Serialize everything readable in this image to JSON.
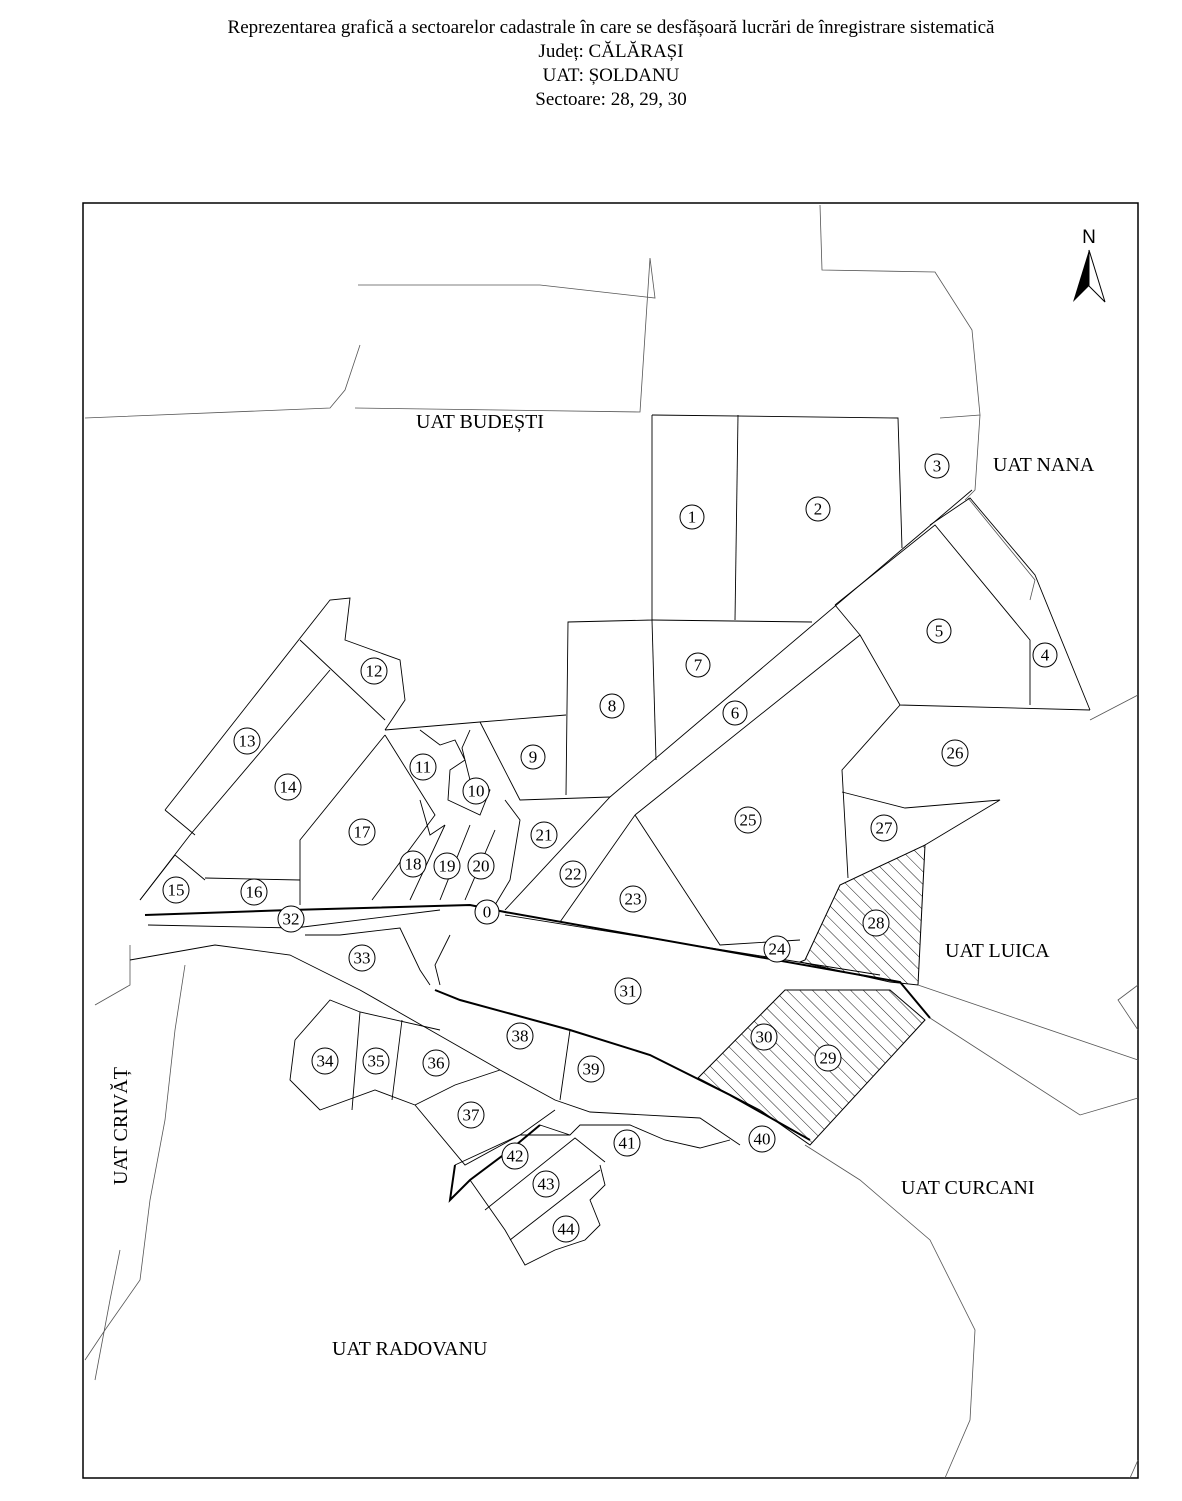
{
  "title": {
    "line1": "Reprezentarea grafică a sectoarelor cadastrale în care se desfășoară lucrări de înregistrare sistematică",
    "line2": "Județ: CĂLĂRAȘI",
    "line3": "UAT: ȘOLDANU",
    "line4": "Sectoare: 28, 29, 30"
  },
  "north": {
    "label": "N"
  },
  "neighbors": {
    "budesti": "UAT BUDEȘTI",
    "nana": "UAT NANA",
    "luica": "UAT LUICA",
    "crivat": "UAT CRIVĂȚ",
    "curcani": "UAT CURCANI",
    "radovanu": "UAT RADOVANU"
  },
  "sectors": [
    {
      "id": "0",
      "label": "0"
    },
    {
      "id": "1",
      "label": "1"
    },
    {
      "id": "2",
      "label": "2"
    },
    {
      "id": "3",
      "label": "3"
    },
    {
      "id": "4",
      "label": "4"
    },
    {
      "id": "5",
      "label": "5"
    },
    {
      "id": "6",
      "label": "6"
    },
    {
      "id": "7",
      "label": "7"
    },
    {
      "id": "8",
      "label": "8"
    },
    {
      "id": "9",
      "label": "9"
    },
    {
      "id": "10",
      "label": "10"
    },
    {
      "id": "11",
      "label": "11"
    },
    {
      "id": "12",
      "label": "12"
    },
    {
      "id": "13",
      "label": "13"
    },
    {
      "id": "14",
      "label": "14"
    },
    {
      "id": "15",
      "label": "15"
    },
    {
      "id": "16",
      "label": "16"
    },
    {
      "id": "17",
      "label": "17"
    },
    {
      "id": "18",
      "label": "18"
    },
    {
      "id": "19",
      "label": "19"
    },
    {
      "id": "20",
      "label": "20"
    },
    {
      "id": "21",
      "label": "21"
    },
    {
      "id": "22",
      "label": "22"
    },
    {
      "id": "23",
      "label": "23"
    },
    {
      "id": "24",
      "label": "24"
    },
    {
      "id": "25",
      "label": "25"
    },
    {
      "id": "26",
      "label": "26"
    },
    {
      "id": "27",
      "label": "27"
    },
    {
      "id": "28",
      "label": "28",
      "highlighted": true
    },
    {
      "id": "29",
      "label": "29",
      "highlighted": true
    },
    {
      "id": "30",
      "label": "30",
      "highlighted": true
    },
    {
      "id": "31",
      "label": "31"
    },
    {
      "id": "32",
      "label": "32"
    },
    {
      "id": "33",
      "label": "33"
    },
    {
      "id": "34",
      "label": "34"
    },
    {
      "id": "35",
      "label": "35"
    },
    {
      "id": "36",
      "label": "36"
    },
    {
      "id": "37",
      "label": "37"
    },
    {
      "id": "38",
      "label": "38"
    },
    {
      "id": "39",
      "label": "39"
    },
    {
      "id": "40",
      "label": "40"
    },
    {
      "id": "41",
      "label": "41"
    },
    {
      "id": "42",
      "label": "42"
    },
    {
      "id": "43",
      "label": "43"
    },
    {
      "id": "44",
      "label": "44"
    }
  ],
  "colors": {
    "line": "#000000",
    "background": "#ffffff",
    "hatch": "#000000"
  }
}
